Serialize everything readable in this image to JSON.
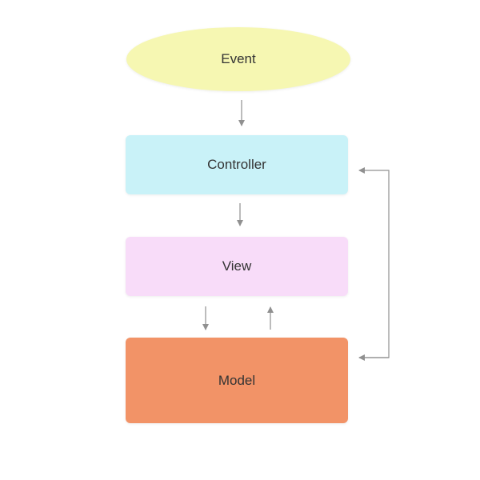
{
  "diagram": {
    "nodes": {
      "event": {
        "label": "Event",
        "color": "#f6f7b2"
      },
      "controller": {
        "label": "Controller",
        "color": "#c9f2f8"
      },
      "view": {
        "label": "View",
        "color": "#f8dcf9"
      },
      "model": {
        "label": "Model",
        "color": "#f29367"
      }
    },
    "edge_color": "#909090",
    "edges": [
      {
        "from": "event",
        "to": "controller"
      },
      {
        "from": "controller",
        "to": "view"
      },
      {
        "from": "view",
        "to": "model"
      },
      {
        "from": "model",
        "to": "view"
      },
      {
        "from": "model",
        "to": "controller"
      },
      {
        "from": "controller",
        "to": "model"
      }
    ]
  }
}
